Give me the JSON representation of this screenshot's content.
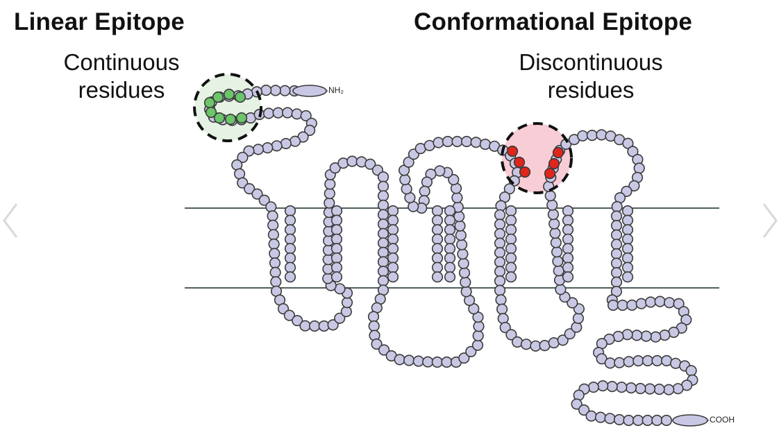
{
  "headings": {
    "linear": "Linear Epitope",
    "conformational": "Conformational Epitope"
  },
  "subtitles": {
    "linear_line1": "Continuous",
    "linear_line2": "residues",
    "conformational_line1": "Discontinuous",
    "conformational_line2": "residues"
  },
  "termini": {
    "n_terminus": "-NH₂",
    "c_terminus": "-COOH"
  },
  "navigation": {
    "prev_icon": "chevron-left-icon",
    "next_icon": "chevron-right-icon"
  },
  "colors": {
    "residue": "#c9c8e4",
    "residue_stroke": "#3a3a3a",
    "linear_epitope_residue": "#6cc56a",
    "linear_epitope_halo": "#e5f2e4",
    "conformational_epitope_residue": "#e0261b",
    "conformational_epitope_halo": "#f8cdd6",
    "membrane_line": "#4f5f5c"
  }
}
